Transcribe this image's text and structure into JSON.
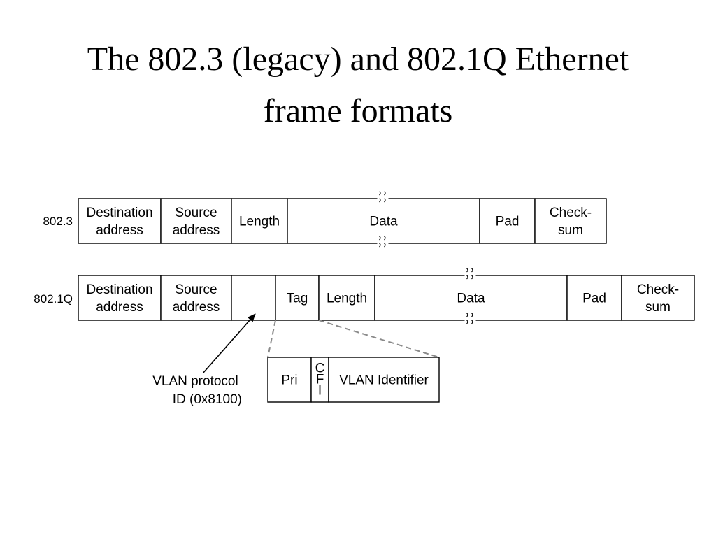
{
  "title_line1": "The 802.3 (legacy) and 802.1Q Ethernet",
  "title_line2": "frame formats",
  "frame_8023": {
    "label": "802.3",
    "fields": [
      {
        "id": "dest",
        "lines": [
          "Destination",
          "address"
        ]
      },
      {
        "id": "src",
        "lines": [
          "Source",
          "address"
        ]
      },
      {
        "id": "length",
        "lines": [
          "Length"
        ]
      },
      {
        "id": "data",
        "lines": [
          "Data"
        ]
      },
      {
        "id": "pad",
        "lines": [
          "Pad"
        ]
      },
      {
        "id": "checksum",
        "lines": [
          "Check-",
          "sum"
        ]
      }
    ]
  },
  "frame_8021q": {
    "label": "802.1Q",
    "fields": [
      {
        "id": "dest",
        "lines": [
          "Destination",
          "address"
        ]
      },
      {
        "id": "src",
        "lines": [
          "Source",
          "address"
        ]
      },
      {
        "id": "vlan-proto",
        "lines": []
      },
      {
        "id": "tag",
        "lines": [
          "Tag"
        ]
      },
      {
        "id": "length",
        "lines": [
          "Length"
        ]
      },
      {
        "id": "data",
        "lines": [
          "Data"
        ]
      },
      {
        "id": "pad",
        "lines": [
          "Pad"
        ]
      },
      {
        "id": "checksum",
        "lines": [
          "Check-",
          "sum"
        ]
      }
    ]
  },
  "tag_detail": {
    "fields": [
      {
        "id": "pri",
        "lines": [
          "Pri"
        ]
      },
      {
        "id": "cfi",
        "lines": [
          "C",
          "F",
          "I"
        ]
      },
      {
        "id": "vlan-id",
        "lines": [
          "VLAN Identifier"
        ]
      }
    ]
  },
  "vlan_protocol_label": [
    "VLAN protocol",
    "ID (0x8100)"
  ]
}
